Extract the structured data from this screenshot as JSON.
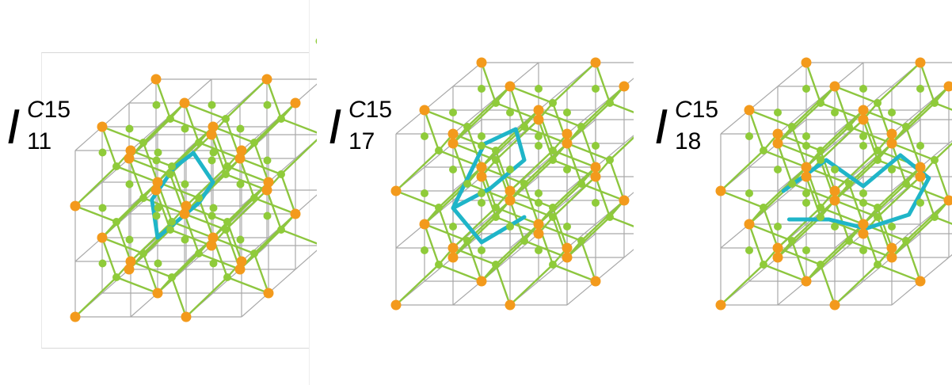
{
  "colors": {
    "grid": "#a9a9a9",
    "bond": "#8dc63f",
    "atom_orange": "#f39a1c",
    "atom_green": "#8fcb3a",
    "cluster": "#1fb5c8"
  },
  "panels": [
    {
      "symbol": "I",
      "sup_letter": "C",
      "sup_number": "15",
      "subscript": "11"
    },
    {
      "symbol": "I",
      "sup_letter": "C",
      "sup_number": "15",
      "subscript": "17"
    },
    {
      "symbol": "I",
      "sup_letter": "C",
      "sup_number": "15",
      "subscript": "18"
    }
  ]
}
